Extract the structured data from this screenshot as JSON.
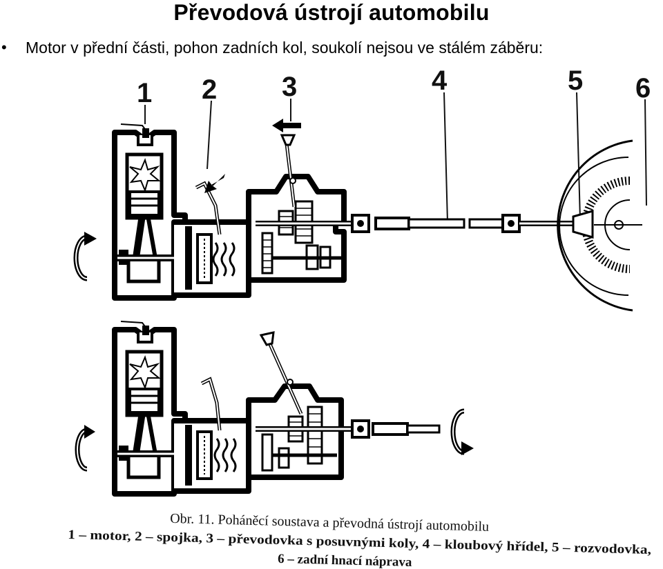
{
  "title": "Převodová ústrojí automobilu",
  "bullet": "Motor v přední části, pohon zadních kol, soukolí nejsou ve stálém záběru:",
  "diagram": {
    "labels": [
      "1",
      "2",
      "3",
      "4",
      "5",
      "6"
    ],
    "caption": {
      "heading": "Obr. 11. Poháněcí soustava a převodná ústrojí automobilu",
      "line1": "1 – motor, 2 – spojka, 3 – převodovka s posuvnými koly, 4 – kloubový hřídel, 5 – rozvodovka,",
      "line2": "6 – zadní hnací náprava"
    }
  }
}
